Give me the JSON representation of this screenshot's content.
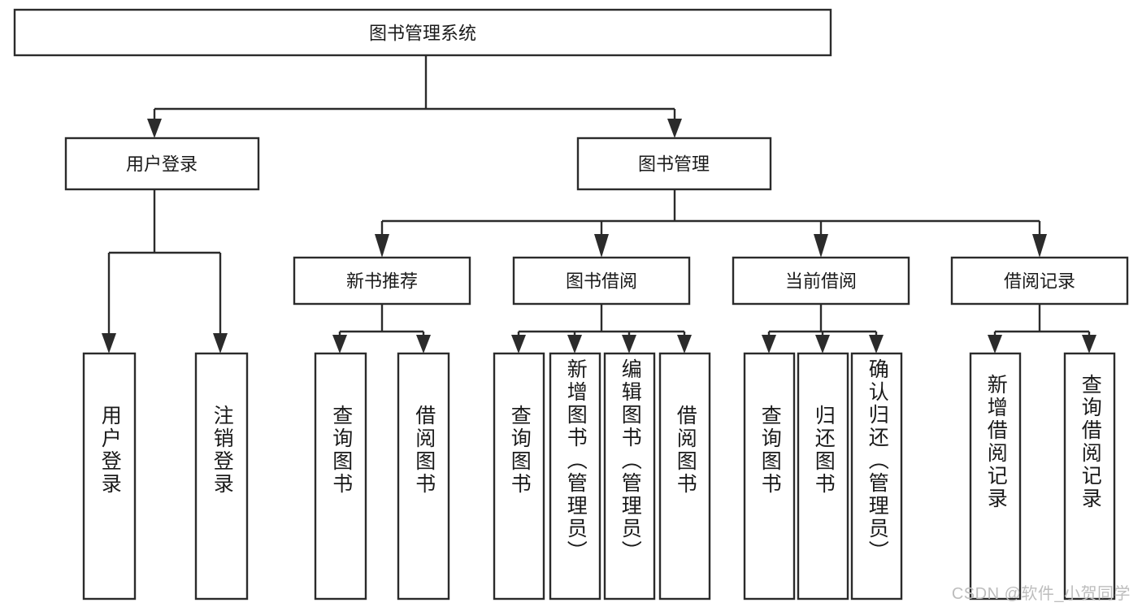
{
  "diagram": {
    "type": "tree",
    "title": "图书管理系统",
    "root": {
      "id": "root",
      "label": "图书管理系统"
    },
    "level2": [
      {
        "id": "user-login",
        "label": "用户登录"
      },
      {
        "id": "book-manage",
        "label": "图书管理"
      }
    ],
    "level3": [
      {
        "id": "new-book-recommend",
        "label": "新书推荐",
        "parent": "book-manage"
      },
      {
        "id": "book-borrow",
        "label": "图书借阅",
        "parent": "book-manage"
      },
      {
        "id": "current-borrow",
        "label": "当前借阅",
        "parent": "book-manage"
      },
      {
        "id": "borrow-record",
        "label": "借阅记录",
        "parent": "book-manage"
      }
    ],
    "leaves": [
      {
        "id": "leaf-user-login",
        "label": "用户登录",
        "parent": "user-login"
      },
      {
        "id": "leaf-logout-login",
        "label": "注销登录",
        "parent": "user-login"
      },
      {
        "id": "leaf-query-book-1",
        "label": "查询图书",
        "parent": "new-book-recommend"
      },
      {
        "id": "leaf-borrow-book-1",
        "label": "借阅图书",
        "parent": "new-book-recommend"
      },
      {
        "id": "leaf-query-book-2",
        "label": "查询图书",
        "parent": "book-borrow"
      },
      {
        "id": "leaf-add-book-admin",
        "label": "新增图书（管理员）",
        "parent": "book-borrow"
      },
      {
        "id": "leaf-edit-book-admin",
        "label": "编辑图书（管理员）",
        "parent": "book-borrow"
      },
      {
        "id": "leaf-borrow-book-2",
        "label": "借阅图书",
        "parent": "book-borrow"
      },
      {
        "id": "leaf-query-book-3",
        "label": "查询图书",
        "parent": "current-borrow"
      },
      {
        "id": "leaf-return-book",
        "label": "归还图书",
        "parent": "current-borrow"
      },
      {
        "id": "leaf-confirm-return-admin",
        "label": "确认归还（管理员）",
        "parent": "current-borrow"
      },
      {
        "id": "leaf-add-borrow-record",
        "label": "新增借阅记录",
        "parent": "borrow-record"
      },
      {
        "id": "leaf-query-borrow-record",
        "label": "查询借阅记录",
        "parent": "borrow-record"
      }
    ],
    "colors": {
      "stroke": "#2b2b2b",
      "fill": "#ffffff",
      "text": "#1a1a1a",
      "watermark": "#bdbdbd",
      "background": "#ffffff"
    }
  },
  "watermark": {
    "text": "CSDN @软件_小贺同学"
  }
}
